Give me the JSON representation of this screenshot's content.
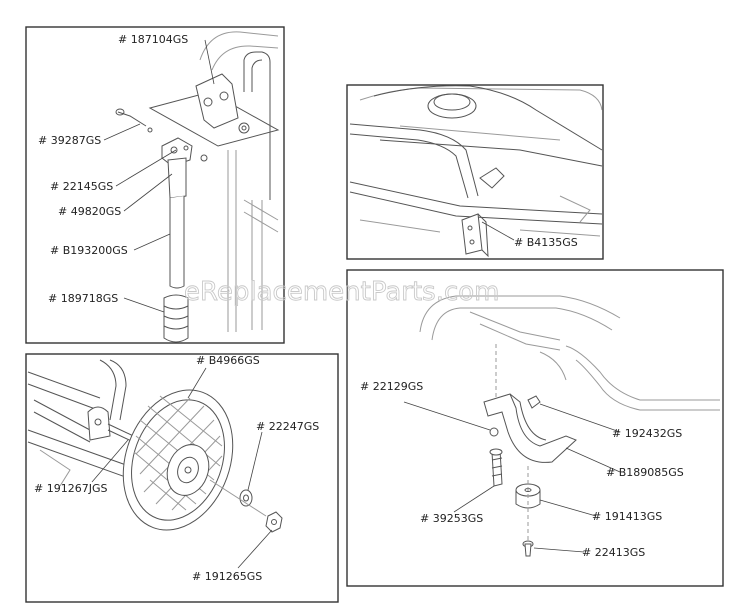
{
  "watermark": "eReplacementParts.com",
  "panels": {
    "top_left": {
      "labels": [
        "# 187104GS",
        "# 39287GS",
        "# 22145GS",
        "# 49820GS",
        "# B193200GS",
        "# 189718GS"
      ]
    },
    "top_right": {
      "labels": [
        "# B4135GS"
      ]
    },
    "bottom_left": {
      "labels": [
        "# B4966GS",
        "# 22247GS",
        "# 191267JGS",
        "# 191265GS"
      ]
    },
    "bottom_right": {
      "labels": [
        "# 22129GS",
        "# 192432GS",
        "# B189085GS",
        "# 39253GS",
        "# 191413GS",
        "# 22413GS"
      ]
    }
  }
}
